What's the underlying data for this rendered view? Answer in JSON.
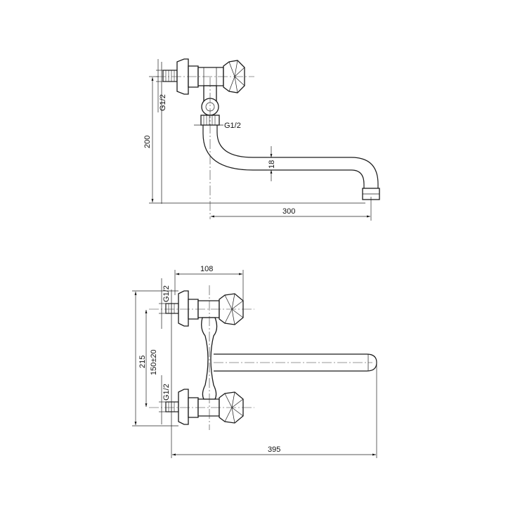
{
  "side_view": {
    "thread_vertical": "G1/2",
    "thread_outlet": "G1/2",
    "height_dim": "200",
    "spout_dim": "18",
    "reach_dim": "300"
  },
  "front_view": {
    "top_dim": "108",
    "thread_top": "G1/2",
    "thread_bottom": "G1/2",
    "spacing_dim": "150±20",
    "height_dim": "215",
    "reach_dim": "395"
  }
}
